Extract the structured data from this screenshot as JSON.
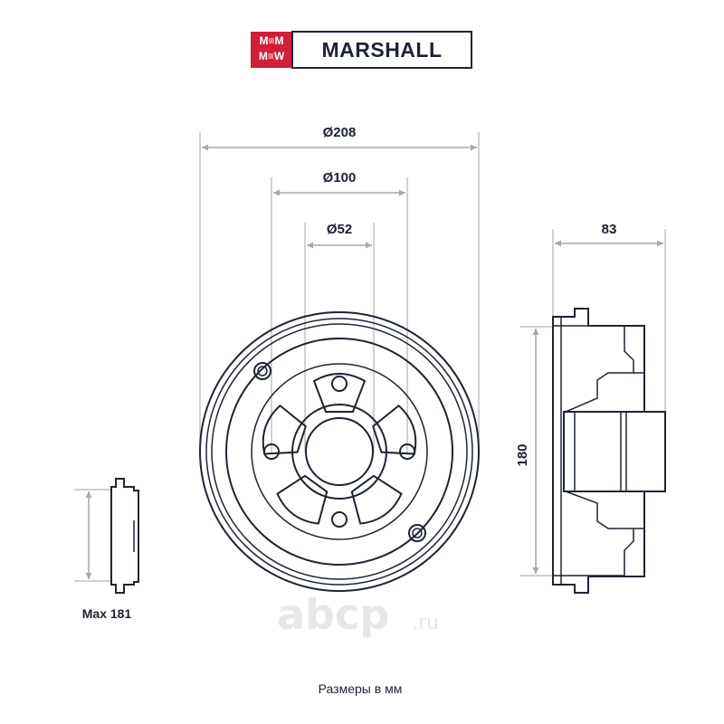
{
  "brand": {
    "name": "MARSHALL",
    "badge_color": "#d01f37",
    "text_color": "#1e2435"
  },
  "dimensions": {
    "outer_diameter": "Ø208",
    "pcd_diameter": "Ø100",
    "center_bore_diameter": "Ø52",
    "width": "83",
    "inner_diameter": "180",
    "max_wear": "Max 181"
  },
  "watermark": {
    "text": "abcp",
    "domain": ".ru"
  },
  "caption": "Размеры в мм",
  "colors": {
    "line": "#1e2435",
    "dimension_line": "#a8a8a8",
    "watermark": "#e7e7e7"
  }
}
